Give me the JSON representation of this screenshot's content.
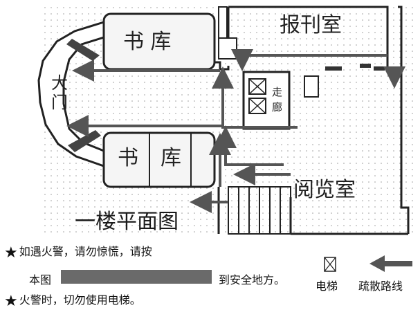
{
  "map": {
    "rooms": {
      "bookstore_top": "书 库",
      "bookstore_bottom_left": "书",
      "bookstore_bottom_right": "库",
      "periodical_room": "报刊室",
      "reading_room": "阅览室",
      "corridor_1": "走",
      "corridor_2": "廊",
      "gate_1": "大",
      "gate_2": "门"
    },
    "caption": "一楼平面图"
  },
  "notes": {
    "line1": "如遇火警，请勿惊慌，请按",
    "line2_prefix": "本图",
    "line2_suffix": "到安全地方。",
    "line3": "火警时，切勿使用电梯。"
  },
  "legend": {
    "elevator_label": "电梯",
    "route_label": "疏散路线"
  }
}
